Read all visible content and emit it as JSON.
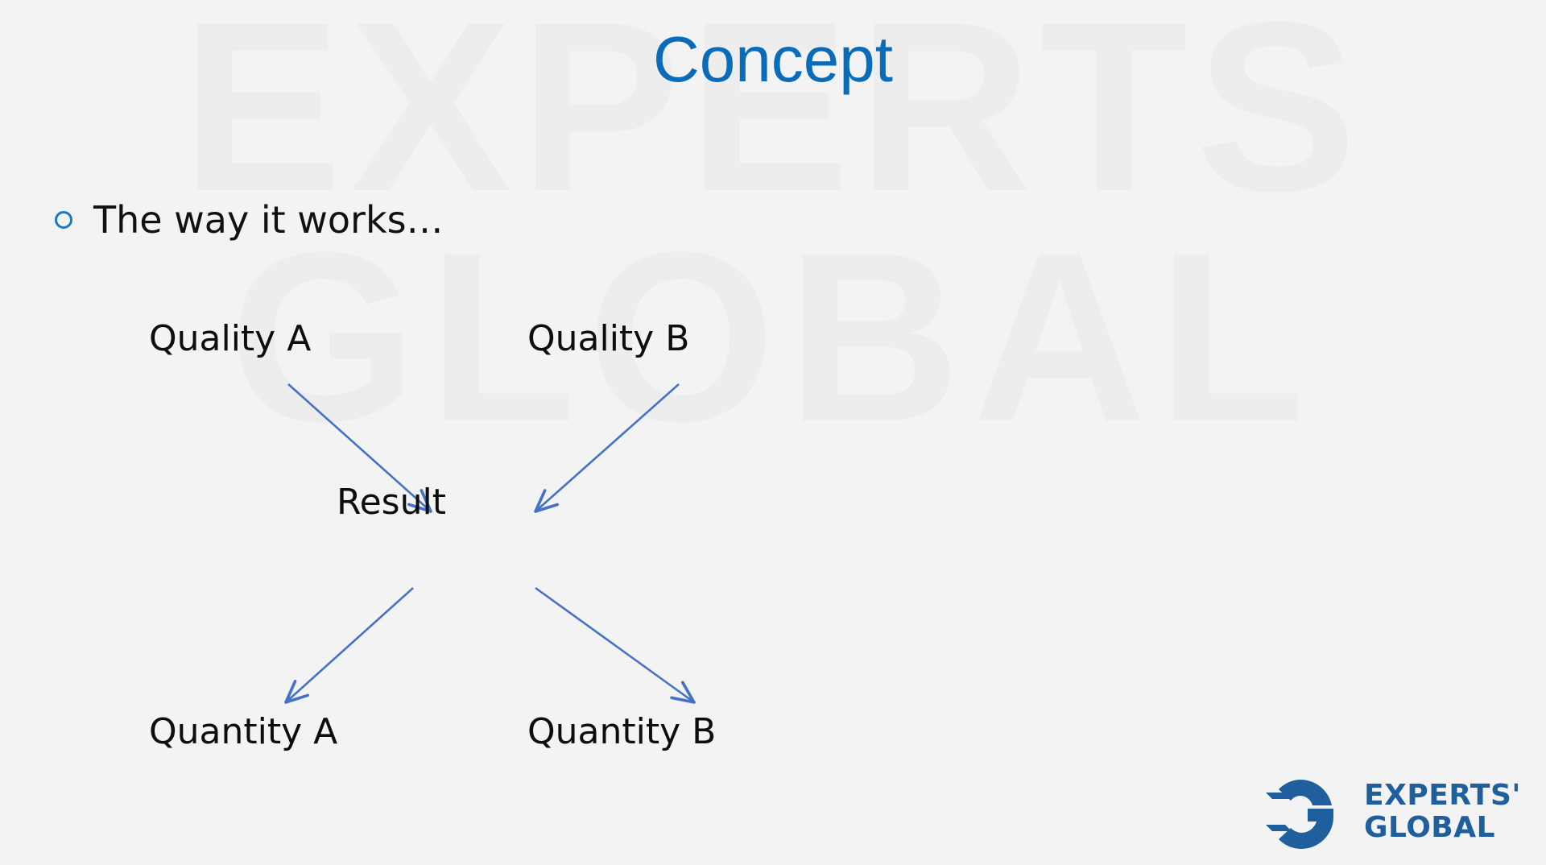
{
  "slide": {
    "title": "Concept",
    "title_color": "#0a6cb8",
    "background_color": "#f3f3f3"
  },
  "watermark": {
    "line1": "EXPERTS",
    "line2": "GLOBAL",
    "color": "#ededed"
  },
  "bullets": [
    {
      "marker": "hollow-circle-bullet",
      "text": "The way it works…"
    }
  ],
  "diagram": {
    "accent_color": "#4472c4",
    "nodes": [
      {
        "id": "quality-a",
        "label": "Quality A"
      },
      {
        "id": "quality-b",
        "label": "Quality B"
      },
      {
        "id": "result",
        "label": "Result"
      },
      {
        "id": "quantity-a",
        "label": "Quantity A"
      },
      {
        "id": "quantity-b",
        "label": "Quantity B"
      }
    ],
    "arrows": [
      {
        "from": "quality-a",
        "to": "result"
      },
      {
        "from": "quality-b",
        "to": "result"
      },
      {
        "from": "result",
        "to": "quantity-a"
      },
      {
        "from": "result",
        "to": "quantity-b"
      }
    ]
  },
  "logo": {
    "word1": "EXPERTS'",
    "word2": "GLOBAL",
    "color": "#1f5f9e"
  }
}
